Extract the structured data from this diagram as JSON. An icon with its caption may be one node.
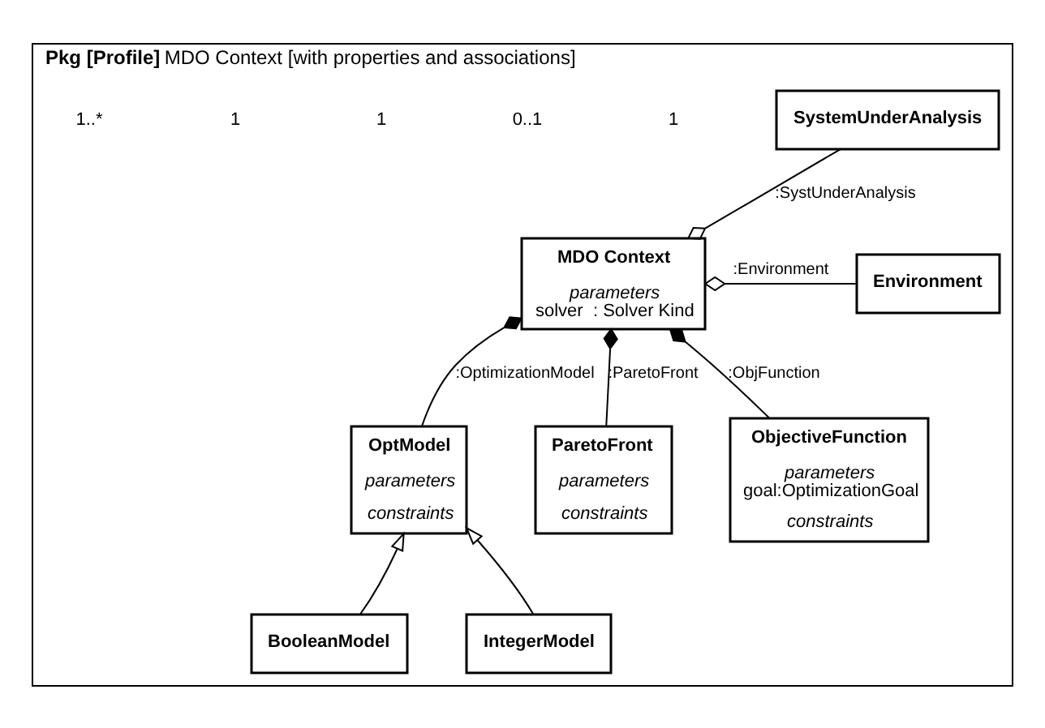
{
  "diagram": {
    "nodes": [
      {
        "text": [
          "**Pkg [Profile]** MDO Context [with properties and associations]"
        ]
      },
      {
        "text": [
          "SystemUnderAnalysis"
        ],
        "in": 0
      },
      {
        "text": [
          "Environment"
        ],
        "in": 0
      },
      {
        "text": [
          "MDO Context",
          "*parameters*",
          "solver  : Solver Kind"
        ],
        "in": 0
      },
      {
        "text": [
          "OptModel",
          "*parameters*",
          "*constraints*"
        ],
        "in": 0
      },
      {
        "text": [
          "ParetoFront",
          "*parameters*",
          "*constraints*"
        ],
        "in": 0
      },
      {
        "text": [
          "ObjectiveFunction",
          "*parameters*",
          "goal:OptimizationGoal",
          "*constraints*"
        ],
        "in": 0
      },
      {
        "text": [
          "BooleanModel"
        ],
        "in": 0
      },
      {
        "text": [
          "IntegerModel"
        ],
        "in": 0
      }
    ],
    "edges": [
      {
        "from": 3,
        "to": 1,
        "arrow": "other",
        "label": ":SystUnderAnalysis"
      },
      {
        "from": 3,
        "to": 2,
        "arrow": "other",
        "label": ":Environment"
      },
      {
        "from": 3,
        "to": 4,
        "arrow": "other",
        "label": ":OptimizationModel"
      },
      {
        "from": 3,
        "to": 5,
        "arrow": "other",
        "label": ":ParetoFront"
      },
      {
        "from": 3,
        "to": 6,
        "arrow": "other",
        "label": ":ObjFunction"
      },
      {
        "from": 7,
        "to": 4,
        "arrow": "to"
      },
      {
        "from": 8,
        "to": 4,
        "arrow": "to"
      }
    ],
    "labels": [
      "1",
      "0..1",
      "1",
      "1",
      "1..*"
    ]
  }
}
